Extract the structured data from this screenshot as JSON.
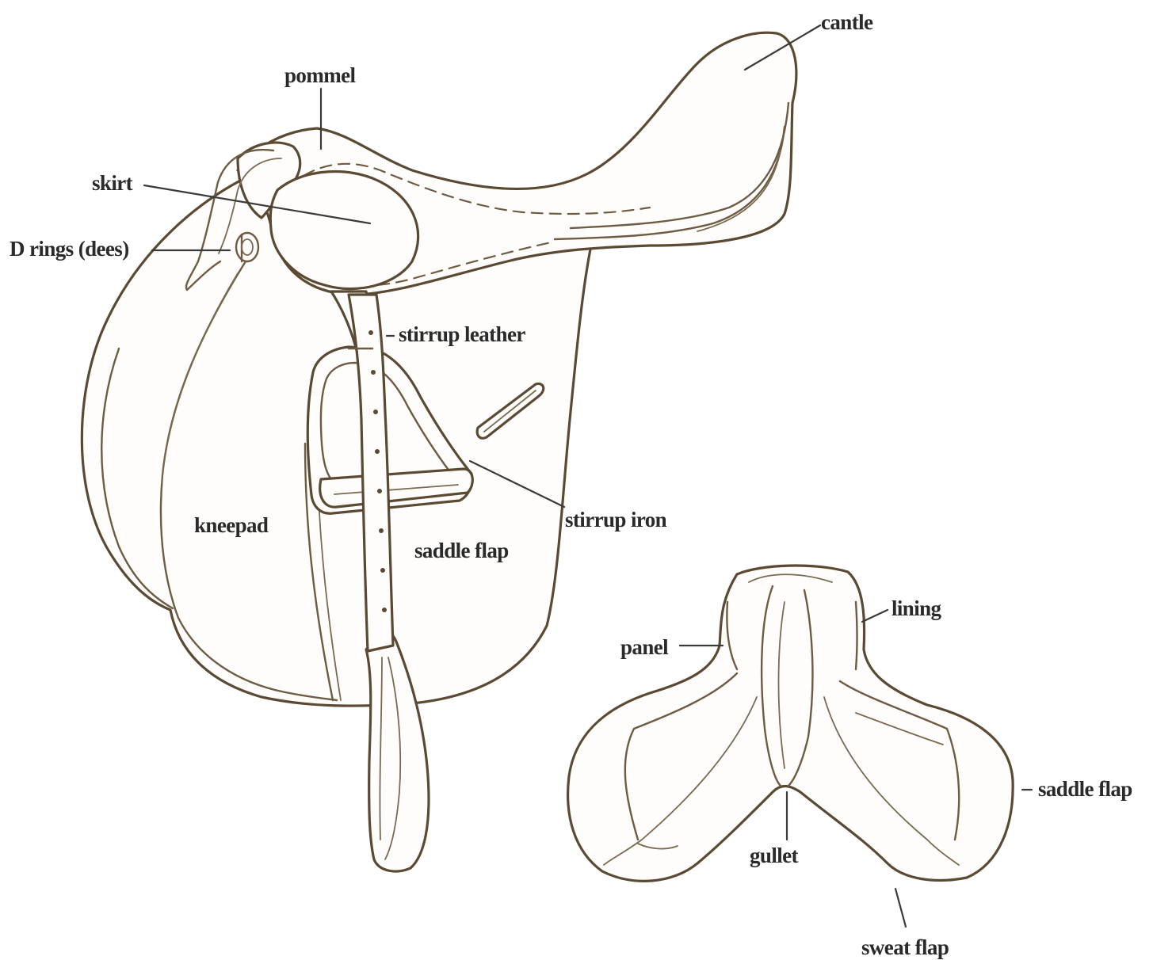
{
  "diagram": {
    "side_view": {
      "labels": {
        "cantle": "cantle",
        "pommel": "pommel",
        "skirt": "skirt",
        "d_rings": "D rings (dees)",
        "stirrup_leather": "stirrup leather",
        "stirrup_iron": "stirrup iron",
        "kneepad": "kneepad",
        "saddle_flap": "saddle flap"
      }
    },
    "underside_view": {
      "labels": {
        "lining": "lining",
        "panel": "panel",
        "saddle_flap": "saddle flap",
        "gullet": "gullet",
        "sweat_flap": "sweat flap"
      }
    },
    "colors": {
      "line": "#5a4a33",
      "fill": "#fefdfb",
      "text": "#2a2a2a",
      "background": "#ffffff"
    }
  }
}
